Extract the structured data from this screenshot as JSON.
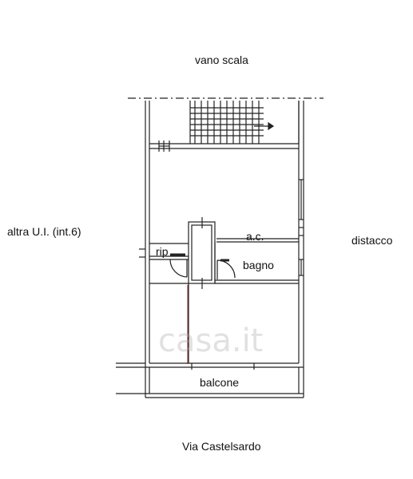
{
  "labels": {
    "vano_scala": "vano scala",
    "altra_ui": "altra U.I. (int.6)",
    "distacco": "distacco",
    "ac": "a.c.",
    "rip": "rip",
    "bagno": "bagno",
    "balcone": "balcone",
    "via": "Via Castelsardo"
  },
  "watermark": {
    "text": "casa.it"
  },
  "colors": {
    "wall": "#222222",
    "accent_line": "#8a2a2a",
    "watermark": "#aaaaaa"
  }
}
